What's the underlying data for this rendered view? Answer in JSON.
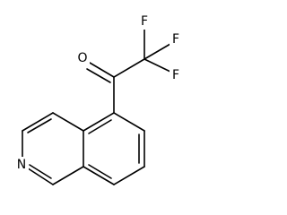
{
  "molecule": {
    "atoms": {
      "oxygen": "O",
      "fluorine_top": "F",
      "fluorine_right": "F",
      "fluorine_lower": "F",
      "nitrogen": "N"
    }
  },
  "colors": {
    "bond": "#000000",
    "label": "#000000",
    "background": "#ffffff"
  }
}
